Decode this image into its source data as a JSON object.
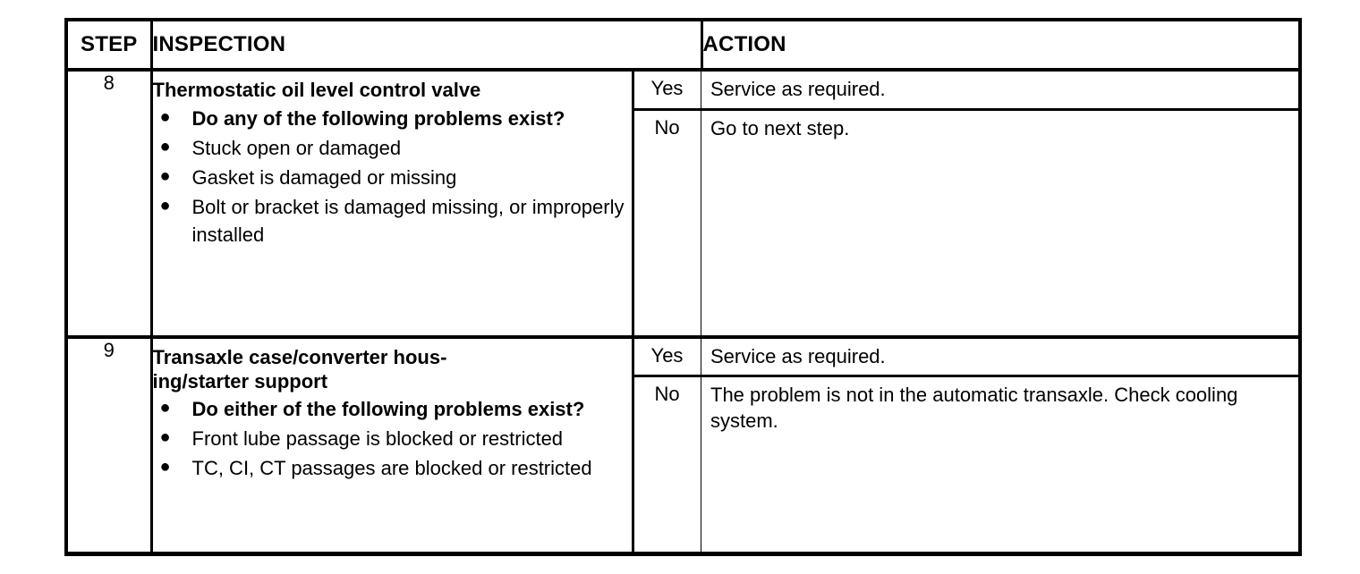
{
  "document": {
    "type": "inspection-diagnostic-table",
    "headers": {
      "step": "STEP",
      "inspection": "INSPECTION",
      "action": "ACTION"
    },
    "bullet_glyph": "●"
  },
  "rows": [
    {
      "step": "8",
      "inspection": {
        "title": "Thermostatic oil level control valve",
        "items": [
          {
            "text": "Do any of the following problems exist?",
            "bold": true
          },
          {
            "text": "Stuck open or damaged",
            "bold": false
          },
          {
            "text": "Gasket is damaged or missing",
            "bold": false
          },
          {
            "text": "Bolt or bracket is damaged missing, or improperly installed",
            "bold": false
          }
        ]
      },
      "outcomes": [
        {
          "answer": "Yes",
          "action": "Service as required."
        },
        {
          "answer": "No",
          "action": "Go to next step."
        }
      ]
    },
    {
      "step": "9",
      "inspection": {
        "title": "Transaxle case/converter hous-ing/starter support",
        "title_lines": [
          "Transaxle case/converter hous-",
          "ing/starter support"
        ],
        "items": [
          {
            "text": "Do either of the following problems exist?",
            "bold": true
          },
          {
            "text": "Front lube passage is blocked or restricted",
            "bold": false
          },
          {
            "text": "TC, CI, CT passages are blocked or restricted",
            "bold": false
          }
        ]
      },
      "outcomes": [
        {
          "answer": "Yes",
          "action": "Service as required."
        },
        {
          "answer": "No",
          "action": "The problem is not in the automatic transaxle. Check cooling system."
        }
      ]
    }
  ],
  "colors": {
    "ink": "#000000",
    "paper": "#ffffff"
  }
}
